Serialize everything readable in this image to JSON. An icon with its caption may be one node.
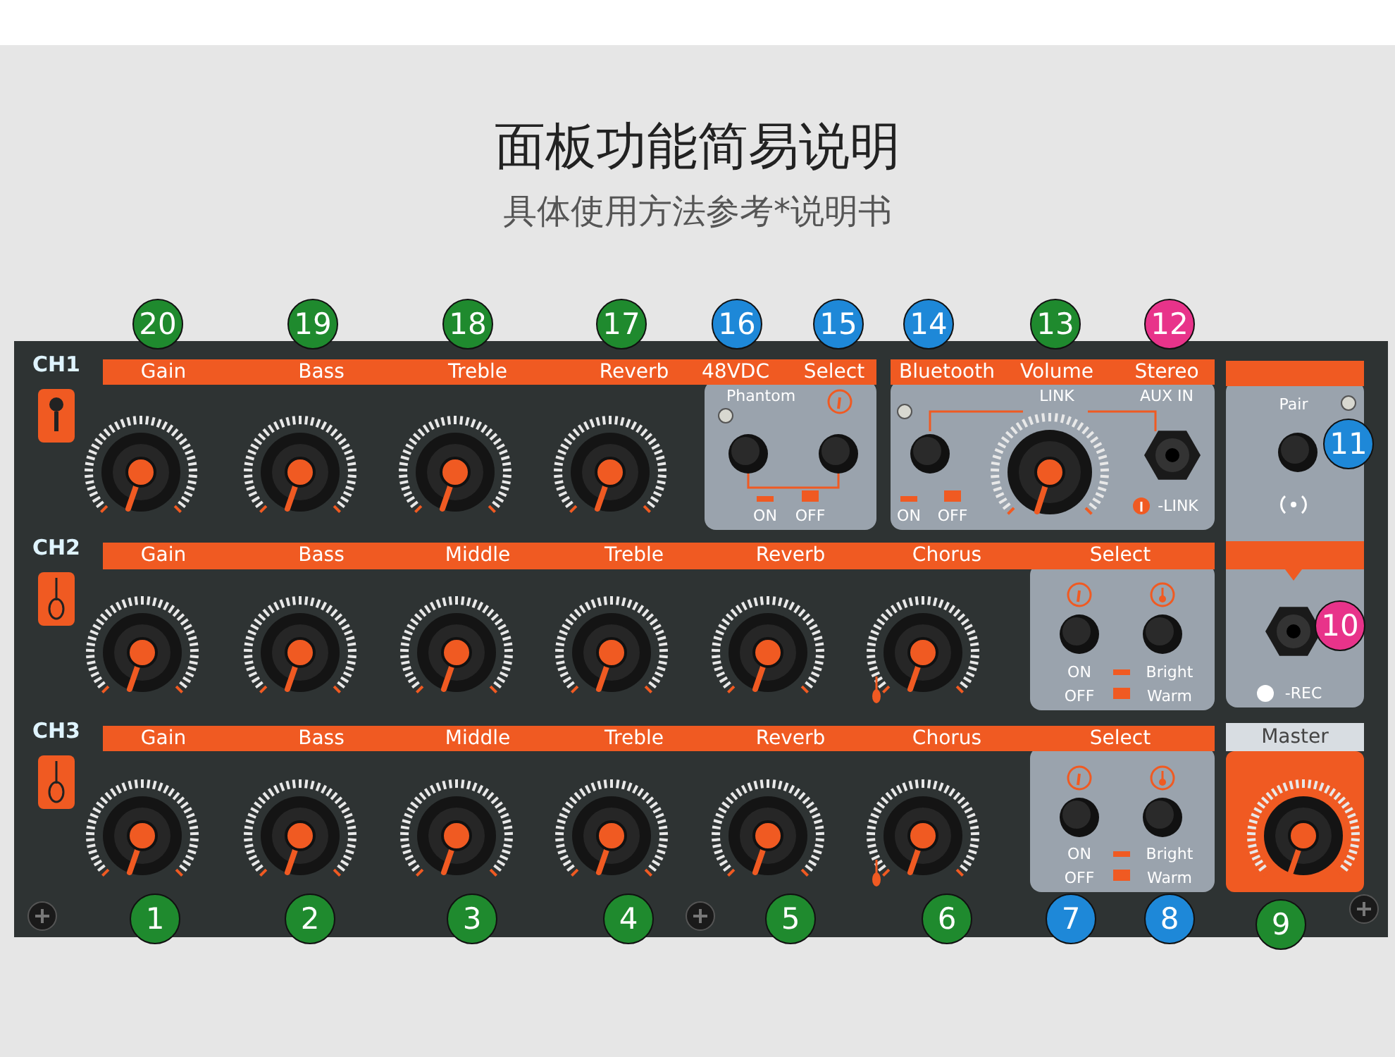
{
  "diagram": {
    "title": "面板功能简易说明",
    "labels": [
      "具体使用方法参考*说明书",
      "20",
      "19",
      "18",
      "17",
      "16",
      "15",
      "14",
      "13",
      "12",
      "CH1",
      "Gain",
      "Bass",
      "Treble",
      "Reverb",
      "48VDC",
      "Select",
      "Bluetooth",
      "Volume",
      "Stereo",
      "Phantom",
      "LINK",
      "AUX IN",
      "Pair",
      "11",
      "ON",
      "OFF",
      "ON",
      "OFF",
      "-LINK",
      "CH2",
      "Gain",
      "Bass",
      "Middle",
      "Treble",
      "Reverb",
      "Chorus",
      "Select",
      "10",
      "ON",
      "Bright",
      "OFF",
      "Warm",
      "-REC",
      "CH3",
      "Gain",
      "Bass",
      "Middle",
      "Treble",
      "Reverb",
      "Chorus",
      "Select",
      "Master",
      "ON",
      "Bright",
      "OFF",
      "Warm",
      "1",
      "2",
      "3",
      "4",
      "5",
      "6",
      "7",
      "8",
      "9"
    ]
  }
}
